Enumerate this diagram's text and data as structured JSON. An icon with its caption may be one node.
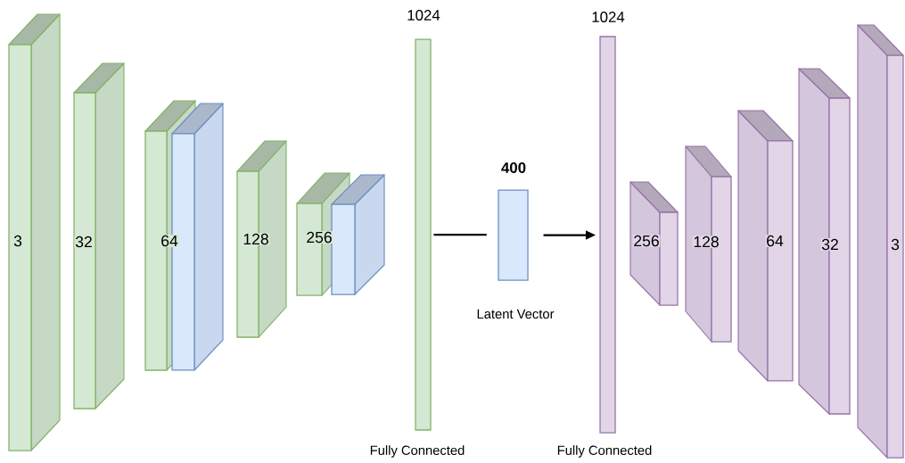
{
  "diagram": {
    "nodes": [
      {
        "text": [
          "3"
        ]
      },
      {
        "text": [
          "32"
        ]
      },
      {
        "text": [
          "64"
        ]
      },
      {
        "text": [],
        "shape": "box"
      },
      {
        "text": [
          "128"
        ]
      },
      {
        "text": [
          "256"
        ]
      },
      {
        "text": [],
        "shape": "box"
      },
      {
        "text": [
          "1024"
        ],
        "beside": [
          "Fully Connected"
        ]
      },
      {
        "text": [
          "400"
        ],
        "beside": [
          "Latent Vector"
        ]
      },
      {
        "text": [
          "1024"
        ],
        "beside": [
          "Fully Connected"
        ]
      },
      {
        "text": [
          "256"
        ]
      },
      {
        "text": [
          "128"
        ]
      },
      {
        "text": [
          "64"
        ]
      },
      {
        "text": [
          "32"
        ]
      },
      {
        "text": [
          "3"
        ]
      }
    ],
    "edges": [
      {
        "from": 7,
        "to": 8,
        "arrow": "none"
      },
      {
        "from": 8,
        "to": 9,
        "arrow": "to"
      }
    ]
  }
}
